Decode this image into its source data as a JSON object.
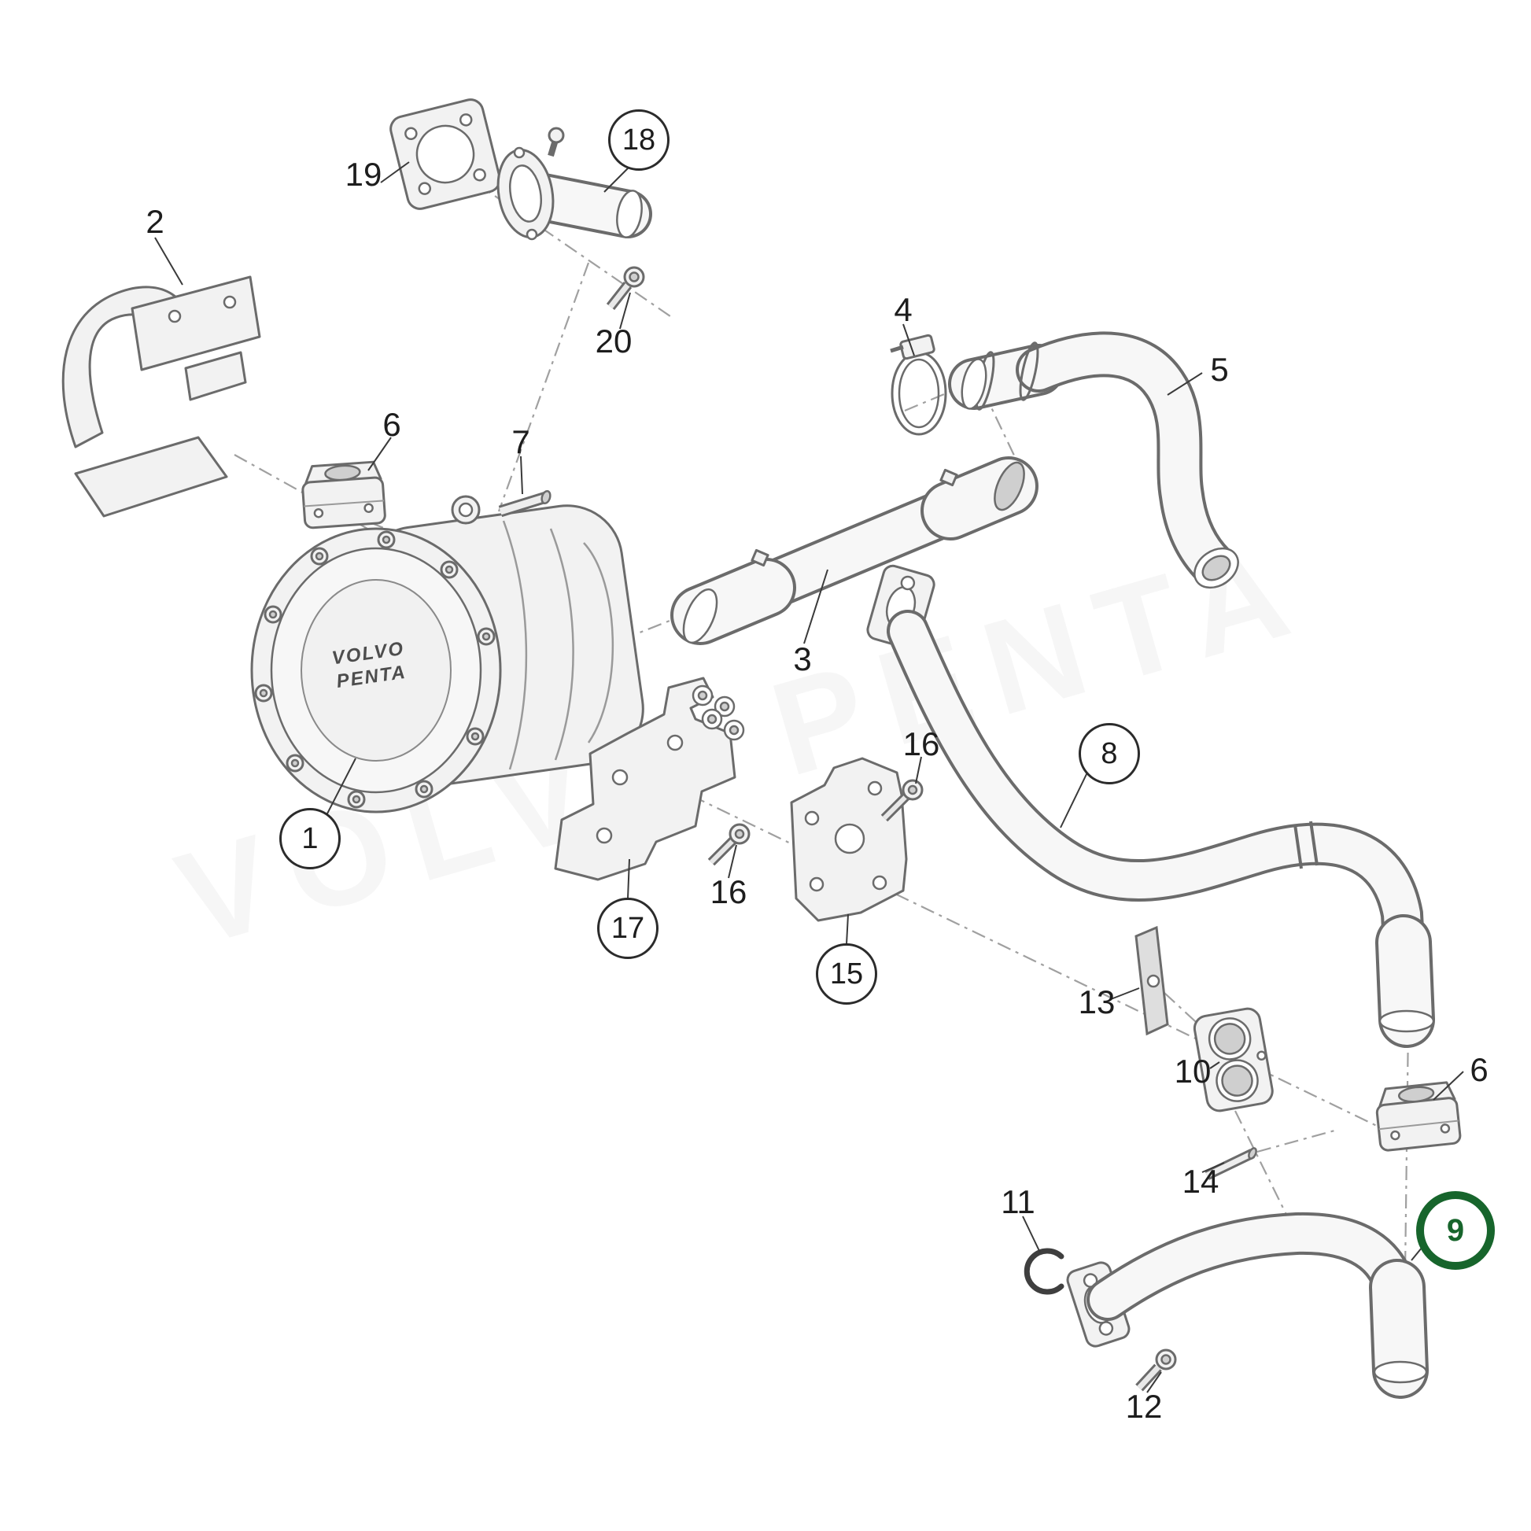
{
  "diagram": {
    "watermark": "VOLVO PENTA",
    "brand_line1": "VOLVO",
    "brand_line2": "PENTA",
    "highlight_color": "#17652c"
  },
  "callouts": [
    {
      "label": "2",
      "style": "plain"
    },
    {
      "label": "19",
      "style": "plain"
    },
    {
      "label": "18",
      "style": "circle"
    },
    {
      "label": "20",
      "style": "plain"
    },
    {
      "label": "4",
      "style": "plain"
    },
    {
      "label": "5",
      "style": "plain"
    },
    {
      "label": "6",
      "style": "plain"
    },
    {
      "label": "7",
      "style": "plain"
    },
    {
      "label": "3",
      "style": "plain"
    },
    {
      "label": "8",
      "style": "circle"
    },
    {
      "label": "16",
      "style": "plain"
    },
    {
      "label": "1",
      "style": "circle"
    },
    {
      "label": "16",
      "style": "plain"
    },
    {
      "label": "17",
      "style": "circle"
    },
    {
      "label": "15",
      "style": "circle"
    },
    {
      "label": "13",
      "style": "plain"
    },
    {
      "label": "10",
      "style": "plain"
    },
    {
      "label": "6",
      "style": "plain"
    },
    {
      "label": "14",
      "style": "plain"
    },
    {
      "label": "11",
      "style": "plain"
    },
    {
      "label": "9",
      "style": "highlight"
    },
    {
      "label": "12",
      "style": "plain"
    }
  ]
}
